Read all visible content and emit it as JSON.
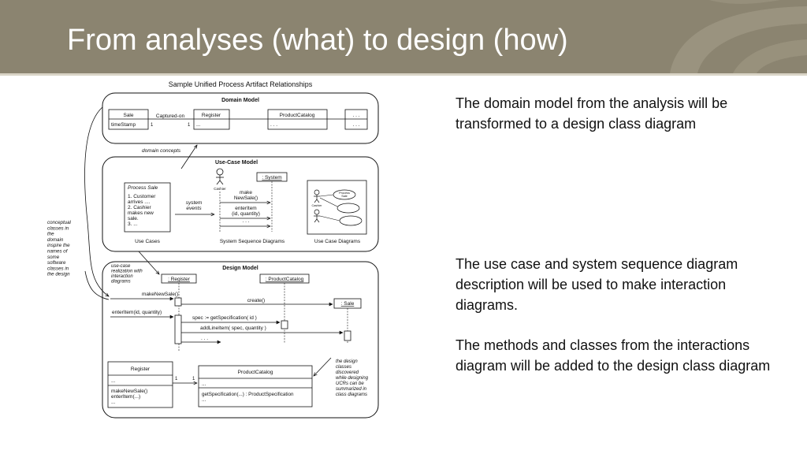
{
  "slide": {
    "title": "From analyses (what) to design (how)"
  },
  "diagram": {
    "title": "Sample Unified Process Artifact Relationships",
    "domain_model": {
      "label": "Domain Model",
      "sale": "Sale",
      "timestamp": "timeStamp",
      "captured_on": "Captured-on",
      "mult_left": "1",
      "mult_right": "1",
      "register": "Register",
      "register_attr": "...",
      "product_catalog": "ProductCatalog",
      "catalog_attr": ". . .",
      "more": ". . .",
      "more_attr": ". . ."
    },
    "domain_concepts": "domain concepts",
    "use_case_model": {
      "label": "Use-Case Model",
      "process_sale": "Process Sale",
      "steps": [
        "1. Customer",
        "arrives ....",
        "2. Cashier",
        "makes new",
        "sale.",
        "3. ..."
      ],
      "use_cases": "Use Cases",
      "system_events": [
        "system",
        "events"
      ],
      "cashier": "Cashier",
      "system": ": System",
      "make_new_sale": [
        "make",
        "NewSale()"
      ],
      "enter_item": [
        "enterItem",
        "(id, quantity)"
      ],
      "ellipsis": ". . .",
      "ssd": "System Sequence Diagrams",
      "ucd": "Use Case Diagrams",
      "ucd_process_sale": [
        "Process",
        "Sale"
      ],
      "ucd_cashier": "Cashier"
    },
    "conceptual_note": [
      "conceptual",
      "classes in",
      "the",
      "domain",
      "inspire the",
      "names of",
      "some",
      "software",
      "classes in",
      "the design"
    ],
    "design_model": {
      "label": "Design Model",
      "realization_note": [
        "use-case",
        "realization with",
        "interaction",
        "diagrams"
      ],
      "register": ": Register",
      "product_catalog": ": ProductCatalog",
      "make_new_sale": "makeNewSale()",
      "create": "create()",
      "sale": ": Sale",
      "enter_item": "enterItem(id, quantity)",
      "spec": "spec := getSpecification( id )",
      "add_line_item": "addLineItem( spec, quantity )",
      "ellipsis": ". . .",
      "class_register": "Register",
      "class_register_attr": "...",
      "class_register_ops": [
        "makeNewSale()",
        "enterItem(...)",
        "..."
      ],
      "class_catalog": "ProductCatalog",
      "class_catalog_attr": "...",
      "class_catalog_ops": [
        "getSpecification(...) : ProductSpecification",
        "..."
      ],
      "mult_left": "1",
      "mult_right": "1",
      "design_note": [
        "the design",
        "classes",
        "discovered",
        "while designing",
        "UCRs can be",
        "summarized in",
        "class diagrams"
      ]
    }
  },
  "captions": [
    "The domain model from the analysis will be transformed to a design class diagram",
    "The use case and system sequence diagram description will be used to make interaction diagrams.",
    "The methods and classes from the interactions diagram will be added to the design class diagram"
  ],
  "colors": {
    "header": "#8b8470",
    "header_rule": "#d9d4c6",
    "deco": "#a8a18c"
  }
}
